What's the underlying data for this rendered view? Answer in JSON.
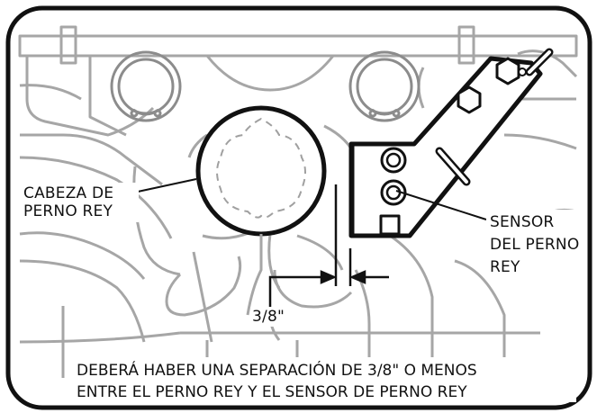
{
  "labels": {
    "kingpin_head": [
      "CABEZA DE",
      "PERNO REY"
    ],
    "sensor": [
      "SENSOR",
      "DEL PERNO",
      "REY"
    ],
    "gap_dimension": "3/8\"",
    "note_line1": "DEBERÁ HABER UNA SEPARACIÓN DE 3/8\" O MENOS",
    "note_line2": "ENTRE EL PERNO REY Y EL SENSOR DE PERNO REY"
  },
  "colors": {
    "frame": "#111111",
    "background_drawing": "#9a9a9a",
    "dashed_outline": "#a0a0a0",
    "main_lines": "#111111"
  }
}
